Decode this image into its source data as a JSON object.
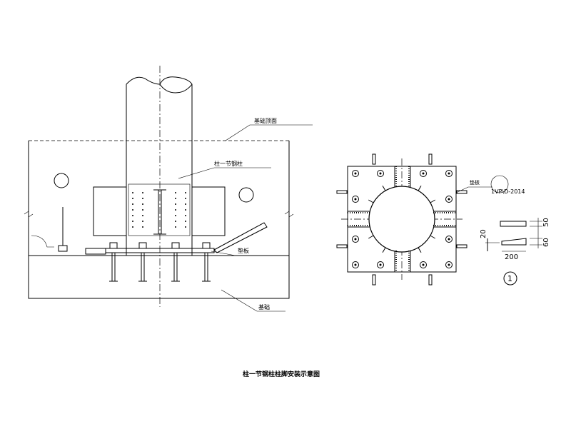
{
  "elevation": {
    "leader_label_top": "基础顶面",
    "leader_label_mid": "柱一节钢柱",
    "leader_label_right": "垫板",
    "leader_label_bottom": "基础"
  },
  "plan": {
    "leader_label": "垫板",
    "ref_code": "1VP\\D-2014"
  },
  "detail": {
    "dim_50": "50",
    "dim_60": "60",
    "dim_20": "20",
    "dim_200": "200",
    "callout_number": "1"
  },
  "caption": "柱一节钢柱柱脚安装示意图"
}
